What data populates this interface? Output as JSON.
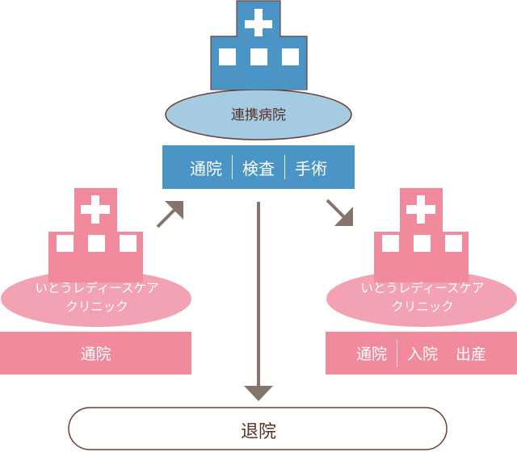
{
  "colors": {
    "blue_building": "#4a94c6",
    "blue_ellipse": "#a5cbe3",
    "pink_building": "#f08a9c",
    "pink_ellipse": "#f3a2b3",
    "arrow": "#85736c",
    "outline": "#6b3f35",
    "text_dark": "#5a2f26"
  },
  "center": {
    "name": "連携病院",
    "services": [
      "通院",
      "検査",
      "手術"
    ]
  },
  "left": {
    "name_line1": "いとうレディースケア",
    "name_line2": "クリニック",
    "services": [
      "通院"
    ]
  },
  "right": {
    "name_line1": "いとうレディースケア",
    "name_line2": "クリニック",
    "services": [
      "通院",
      "入院",
      "出産"
    ]
  },
  "bottom": {
    "label": "退院"
  }
}
